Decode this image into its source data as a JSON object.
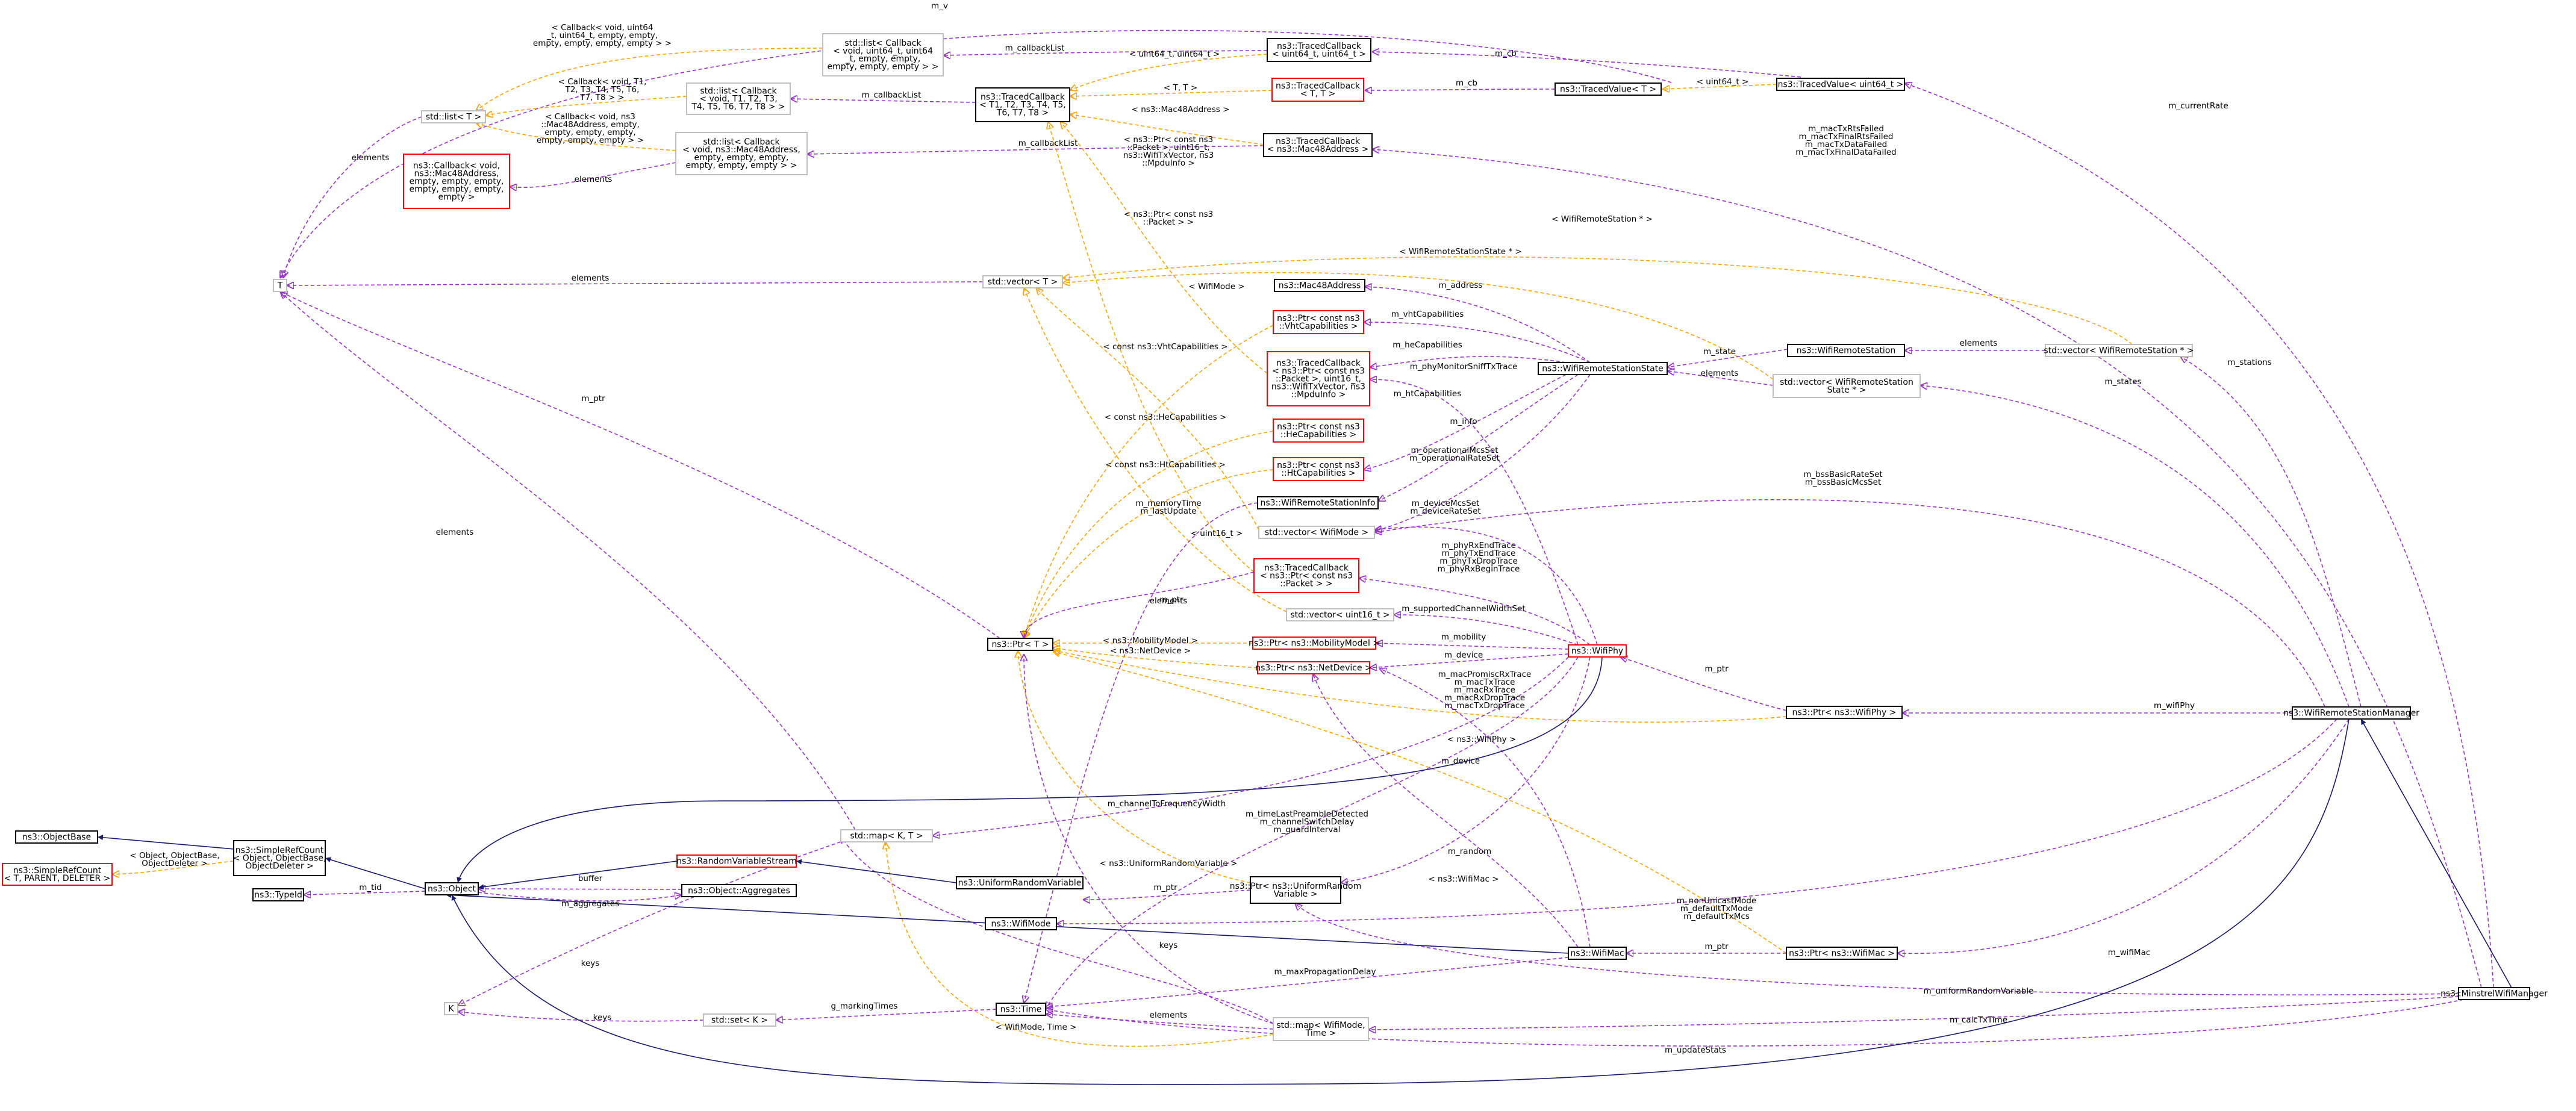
{
  "nodes": {
    "n0": {
      "lines": [
        "ns3::MinstrelWifiManager"
      ],
      "style": "focus"
    },
    "n1": {
      "lines": [
        "ns3::WifiRemoteStationManager"
      ],
      "style": "black"
    },
    "n2": {
      "lines": [
        "ns3::Object"
      ],
      "style": "black"
    },
    "n3": {
      "lines": [
        "ns3::SimpleRefCount",
        "< Object, ObjectBase,",
        "ObjectDeleter >"
      ],
      "style": "black"
    },
    "n4": {
      "lines": [
        "ns3::ObjectBase"
      ],
      "style": "black"
    },
    "n5": {
      "lines": [
        "ns3::SimpleRefCount",
        "< T, PARENT, DELETER >"
      ],
      "style": "red"
    },
    "n6": {
      "lines": [
        "ns3::TypeId"
      ],
      "style": "black"
    },
    "n7": {
      "lines": [
        "ns3::Object::Aggregates"
      ],
      "style": "black"
    },
    "n8": {
      "lines": [
        "ns3::RandomVariableStream"
      ],
      "style": "red"
    },
    "n9": {
      "lines": [
        "ns3::UniformRandomVariable"
      ],
      "style": "black"
    },
    "n10": {
      "lines": [
        "ns3::Ptr< ns3::UniformRandom",
        "Variable >"
      ],
      "style": "black"
    },
    "n11": {
      "lines": [
        "ns3::Time"
      ],
      "style": "black"
    },
    "n12": {
      "lines": [
        "std::set< K >"
      ],
      "style": "gray"
    },
    "n13": {
      "lines": [
        "K"
      ],
      "style": "gray"
    },
    "n14": {
      "lines": [
        "std::map< K, T >"
      ],
      "style": "gray"
    },
    "n15": {
      "lines": [
        "T"
      ],
      "style": "gray"
    },
    "n16": {
      "lines": [
        "std::list< T >"
      ],
      "style": "gray"
    },
    "n17": {
      "lines": [
        "ns3::Callback< void,",
        "ns3::Mac48Address,",
        "empty, empty, empty,",
        "empty, empty, empty,",
        "empty >"
      ],
      "style": "red"
    },
    "n18": {
      "lines": [
        "std::list< Callback",
        "< void, uint64_t, uint64",
        "_t, empty, empty,",
        "empty, empty, empty > >"
      ],
      "style": "gray"
    },
    "n19": {
      "lines": [
        "std::list< Callback",
        "< void, T1, T2, T3,",
        "T4, T5, T6, T7, T8 > >"
      ],
      "style": "gray"
    },
    "n20": {
      "lines": [
        "std::list< Callback",
        "< void, ns3::Mac48Address,",
        "empty, empty, empty,",
        "empty, empty, empty > >"
      ],
      "style": "gray"
    },
    "n21": {
      "lines": [
        "ns3::TracedCallback",
        "< T1, T2, T3, T4, T5,",
        "T6, T7, T8 >"
      ],
      "style": "black"
    },
    "n22": {
      "lines": [
        "ns3::TracedCallback",
        "< uint64_t, uint64_t >"
      ],
      "style": "black"
    },
    "n23": {
      "lines": [
        "ns3::TracedCallback",
        "< T, T >"
      ],
      "style": "red"
    },
    "n24": {
      "lines": [
        "ns3::TracedCallback",
        "< ns3::Mac48Address >"
      ],
      "style": "black"
    },
    "n25": {
      "lines": [
        "ns3::TracedValue< T >"
      ],
      "style": "black"
    },
    "n26": {
      "lines": [
        "ns3::TracedValue< uint64_t >"
      ],
      "style": "black"
    },
    "n27": {
      "lines": [
        "std::vector< T >"
      ],
      "style": "gray"
    },
    "n28": {
      "lines": [
        "ns3::Mac48Address"
      ],
      "style": "black"
    },
    "n29": {
      "lines": [
        "ns3::Ptr< const ns3",
        "::VhtCapabilities >"
      ],
      "style": "red"
    },
    "n30": {
      "lines": [
        "ns3::TracedCallback",
        "< ns3::Ptr< const ns3",
        "::Packet >, uint16_t,",
        "ns3::WifiTxVector, ns3",
        "::MpduInfo >"
      ],
      "style": "red"
    },
    "n31": {
      "lines": [
        "ns3::Ptr< const ns3",
        "::HeCapabilities >"
      ],
      "style": "red"
    },
    "n32": {
      "lines": [
        "ns3::Ptr< const ns3",
        "::HtCapabilities >"
      ],
      "style": "red"
    },
    "n33": {
      "lines": [
        "ns3::WifiRemoteStationInfo"
      ],
      "style": "black"
    },
    "n34": {
      "lines": [
        "std::vector< WifiMode >"
      ],
      "style": "gray"
    },
    "n35": {
      "lines": [
        "ns3::TracedCallback",
        "< ns3::Ptr< const ns3",
        "::Packet > >"
      ],
      "style": "red"
    },
    "n36": {
      "lines": [
        "std::vector< uint16_t >"
      ],
      "style": "gray"
    },
    "n37": {
      "lines": [
        "ns3::Ptr< ns3::MobilityModel >"
      ],
      "style": "red"
    },
    "n38": {
      "lines": [
        "ns3::Ptr< ns3::NetDevice >"
      ],
      "style": "red"
    },
    "n39": {
      "lines": [
        "ns3::Ptr< T >"
      ],
      "style": "black"
    },
    "n40": {
      "lines": [
        "ns3::WifiPhy"
      ],
      "style": "red"
    },
    "n41": {
      "lines": [
        "ns3::WifiRemoteStationState"
      ],
      "style": "black"
    },
    "n42": {
      "lines": [
        "ns3::WifiRemoteStation"
      ],
      "style": "black"
    },
    "n43": {
      "lines": [
        "std::vector< WifiRemoteStation",
        "State * >"
      ],
      "style": "gray"
    },
    "n44": {
      "lines": [
        "std::vector< WifiRemoteStation * >"
      ],
      "style": "gray"
    },
    "n45": {
      "lines": [
        "ns3::Ptr< ns3::WifiPhy >"
      ],
      "style": "black"
    },
    "n46": {
      "lines": [
        "ns3::WifiMode"
      ],
      "style": "black"
    },
    "n47": {
      "lines": [
        "ns3::WifiMac"
      ],
      "style": "black"
    },
    "n48": {
      "lines": [
        "ns3::Ptr< ns3::WifiMac >"
      ],
      "style": "black"
    },
    "n49": {
      "lines": [
        "std::map< WifiMode,",
        "Time >"
      ],
      "style": "gray"
    }
  },
  "edge_labels": {
    "e1": [
      "m_v"
    ],
    "e2": [
      "m_cb"
    ],
    "e3": [
      "m_cb"
    ],
    "e4": [
      "< uint64_t >"
    ],
    "e5": [
      "m_callbackList"
    ],
    "e6": [
      "m_callbackList"
    ],
    "e7": [
      "m_callbackList"
    ],
    "e8": [
      "< Callback< void, uint64",
      "_t, uint64_t, empty, empty,",
      "empty, empty, empty, empty > >"
    ],
    "e9": [
      "< Callback< void, T1,",
      "T2, T3, T4, T5, T6,",
      "T7, T8 > >"
    ],
    "e10": [
      "< Callback< void, ns3",
      "::Mac48Address, empty,",
      "empty, empty, empty,",
      "empty, empty, empty > >"
    ],
    "e11": [
      "elements"
    ],
    "e12": [
      "< uint64_t, uint64_t >"
    ],
    "e13": [
      "< T, T >"
    ],
    "e14": [
      "< ns3::Mac48Address >"
    ],
    "e15": [
      "< ns3::Ptr< const ns3",
      "::Packet >, uint16_t,",
      "ns3::WifiTxVector, ns3",
      "::MpduInfo >"
    ],
    "e16": [
      "< ns3::Ptr< const ns3",
      "::Packet > >"
    ],
    "e17": [
      "elements"
    ],
    "e18": [
      "elements"
    ],
    "e19": [
      "m_currentRate"
    ],
    "e20": [
      "m_macTxRtsFailed",
      "m_macTxFinalRtsFailed",
      "m_macTxDataFailed",
      "m_macTxFinalDataFailed"
    ],
    "e21": [
      "< WifiRemoteStation * >"
    ],
    "e22": [
      "< WifiRemoteStationState * >"
    ],
    "e23": [
      "< WifiMode >"
    ],
    "e24": [
      "< uint16_t >"
    ],
    "e25": [
      "m_address"
    ],
    "e26": [
      "m_vhtCapabilities"
    ],
    "e27": [
      "m_heCapabilities"
    ],
    "e28": [
      "m_phyMonitorSniffTxTrace"
    ],
    "e29": [
      "m_htCapabilities"
    ],
    "e30": [
      "m_info"
    ],
    "e31": [
      "m_operationalMcsSet",
      "m_operationalRateSet"
    ],
    "e32": [
      "m_state"
    ],
    "e33": [
      "elements"
    ],
    "e34": [
      "elements"
    ],
    "e35": [
      "m_states"
    ],
    "e36": [
      "m_stations"
    ],
    "e37": [
      "m_bssBasicRateSet",
      "m_bssBasicMcsSet"
    ],
    "e38": [
      "m_deviceMcsSet",
      "m_deviceRateSet"
    ],
    "e39": [
      "m_memoryTime",
      "m_lastUpdate"
    ],
    "e40": [
      "< const ns3::VhtCapabilities >"
    ],
    "e41": [
      "< const ns3::HeCapabilities >"
    ],
    "e42": [
      "< const ns3::HtCapabilities >"
    ],
    "e43": [
      "m_phyRxEndTrace",
      "m_phyTxEndTrace",
      "m_phyTxDropTrace",
      "m_phyRxBeginTrace"
    ],
    "e44": [
      "m_supportedChannelWidthSet"
    ],
    "e45": [
      "m_mobility"
    ],
    "e46": [
      "m_device"
    ],
    "e47": [
      "< ns3::MobilityModel >"
    ],
    "e48": [
      "< ns3::NetDevice >"
    ],
    "e49": [
      "m_ptr"
    ],
    "e50": [
      "m_ptr"
    ],
    "e51": [
      "m_wifiPhy"
    ],
    "e52": [
      "< ns3::WifiPhy >"
    ],
    "e53": [
      "m_macPromiscRxTrace",
      "m_macTxTrace",
      "m_macRxTrace",
      "m_macRxDropTrace",
      "m_macTxDropTrace"
    ],
    "e54": [
      "m_device"
    ],
    "e55": [
      "m_channelToFrequencyWidth"
    ],
    "e56": [
      "m_timeLastPreambleDetected",
      "m_channelSwitchDelay",
      "m_guardInterval"
    ],
    "e57": [
      "m_random"
    ],
    "e58": [
      "< ns3::UniformRandomVariable >"
    ],
    "e59": [
      "< ns3::WifiMac >"
    ],
    "e60": [
      "m_nonUnicastMode",
      "m_defaultTxMode",
      "m_defaultTxMcs"
    ],
    "e61": [
      "m_ptr"
    ],
    "e62": [
      "m_ptr"
    ],
    "e63": [
      "m_wifiMac"
    ],
    "e64": [
      "m_uniformRandomVariable"
    ],
    "e65": [
      "m_calcTxTime"
    ],
    "e66": [
      "m_updateStats"
    ],
    "e67": [
      "m_maxPropagationDelay"
    ],
    "e68": [
      "g_markingTimes"
    ],
    "e69": [
      "elements"
    ],
    "e70": [
      "keys"
    ],
    "e71": [
      "keys"
    ],
    "e72": [
      "keys"
    ],
    "e73": [
      "< WifiMode, Time >"
    ],
    "e74": [
      "elements"
    ],
    "e75": [
      "elements"
    ],
    "e76": [
      "m_ptr"
    ],
    "e77": [
      "< Object, ObjectBase,",
      "ObjectDeleter >"
    ],
    "e78": [
      "m_tid"
    ],
    "e79": [
      "buffer"
    ],
    "e80": [
      "m_aggregates"
    ]
  },
  "colors": {
    "inherit": "#191970",
    "usage": "#9a32cd",
    "template": "#ffa500",
    "border_black": "#000000",
    "border_red": "#ff0000",
    "border_gray": "#bfbfbf",
    "focus_fill": "#bfbfbf"
  }
}
